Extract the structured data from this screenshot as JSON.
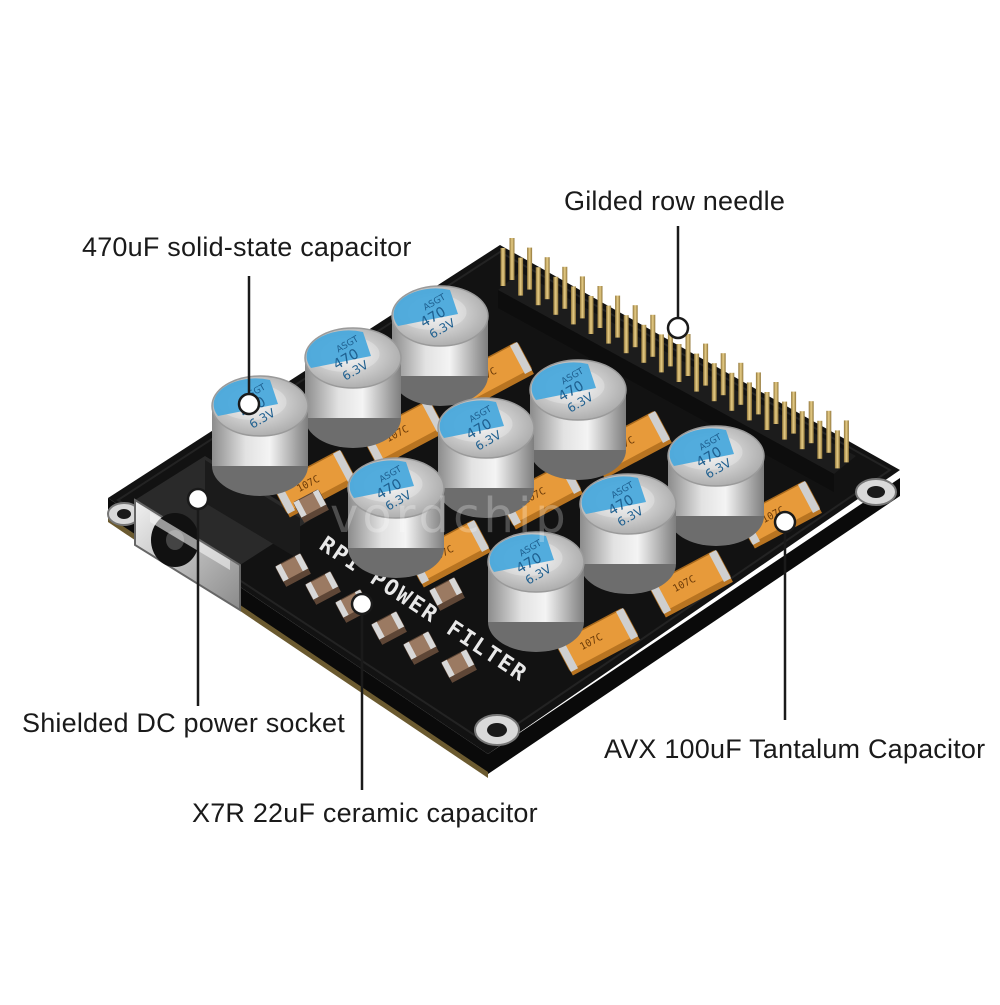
{
  "labels": {
    "solid_state_capacitor": "470uF solid-state capacitor",
    "gilded_row_needle": "Gilded row needle",
    "dc_power_socket": "Shielded DC power socket",
    "ceramic_capacitor": "X7R 22uF ceramic capacitor",
    "tantalum_capacitor": "AVX 100uF Tantalum Capacitor"
  },
  "board": {
    "silkscreen": "RPI POWER FILTER",
    "capacitor_marking": "470",
    "capacitor_voltage": "6.3V",
    "capacitor_series": "ASGT",
    "tantalum_marking": "107C",
    "watermark": "vordchip"
  },
  "colors": {
    "background": "#ffffff",
    "pcb": "#121212",
    "capacitor_top": "#d7d7d7",
    "capacitor_sleeve": "#4aa9dc",
    "tantalum": "#e79a3a",
    "pin_gold": "#caa656",
    "callout_line": "#1a1a1a",
    "callout_dot": "#ffffff"
  }
}
